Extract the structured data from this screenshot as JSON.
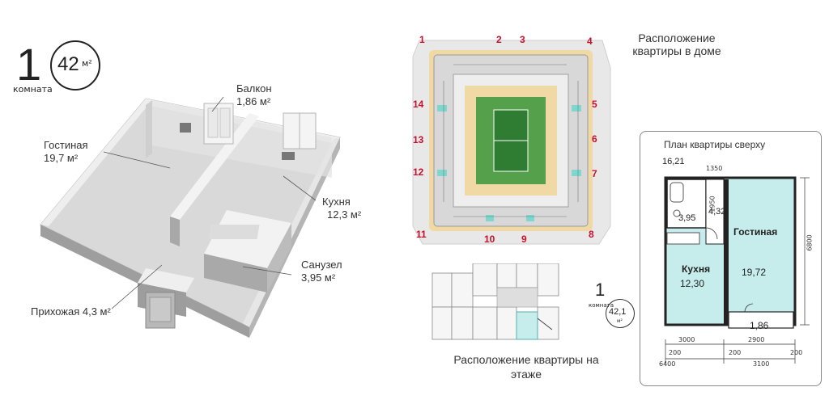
{
  "header": {
    "rooms_count": "1",
    "rooms_word": "комната",
    "area_value": "42",
    "area_unit": "м²"
  },
  "room_labels": {
    "balcony_name": "Балкон",
    "balcony_area": "1,86 м²",
    "living_name": "Гостиная",
    "living_area": "19,7 м²",
    "kitchen_name": "Кухня",
    "kitchen_area": "12,3 м²",
    "bathroom_name": "Санузел",
    "bathroom_area": "3,95 м²",
    "hall": "Прихожая 4,3 м²"
  },
  "building": {
    "title_line1": "Расположение",
    "title_line2": "квартиры в доме",
    "section_numbers": [
      "1",
      "2",
      "3",
      "4",
      "5",
      "6",
      "7",
      "8",
      "9",
      "10",
      "11",
      "12",
      "13",
      "14"
    ]
  },
  "floor": {
    "title": "Расположение квартиры на этаже",
    "rooms_count": "1",
    "rooms_word": "комната",
    "area_value": "42,1",
    "area_unit": "м²"
  },
  "top_plan": {
    "title": "План квартиры сверху",
    "total": "16,21",
    "bath_area": "3,95",
    "hall_area": "4,32",
    "kitchen_name": "Кухня",
    "kitchen_area": "12,30",
    "living_name": "Гостиная",
    "living_area": "19,72",
    "balcony_area": "1,86",
    "dims": {
      "d1350": "1350",
      "d1950": "1950",
      "d6800": "6800",
      "d3000": "3000",
      "d2900": "2900",
      "d200a": "200",
      "d200b": "200",
      "d200c": "200",
      "d6400": "6400",
      "d3100": "3100"
    }
  },
  "colors": {
    "accent_red": "#c8102e",
    "teal": "#7fd6cf",
    "sand": "#f1d9a6",
    "plan_fill": "#c6ecec"
  }
}
